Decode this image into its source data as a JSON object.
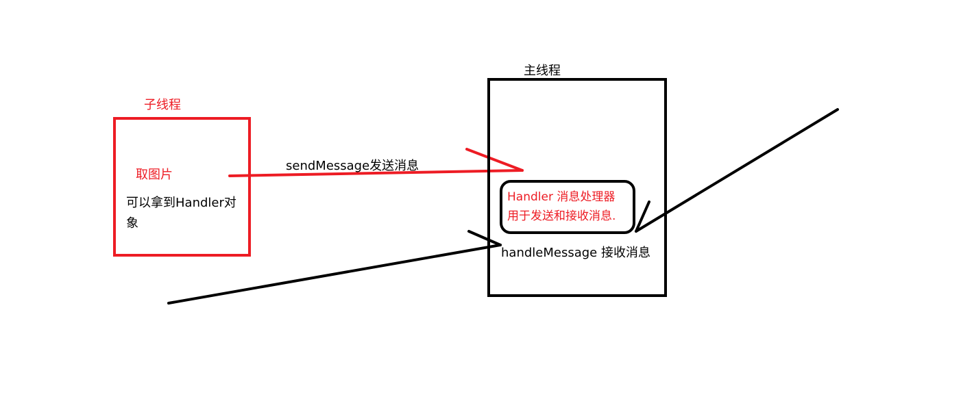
{
  "child_thread": {
    "title": "子线程",
    "action": "取图片",
    "description": "可以拿到Handler对象"
  },
  "main_thread": {
    "title": "主线程",
    "handler_line1": "Handler 消息处理器",
    "handler_line2": "用于发送和接收消息.",
    "receive_label": "handleMessage 接收消息"
  },
  "send_arrow_label": "sendMessage发送消息",
  "colors": {
    "child": "#ed1c24",
    "main": "#000000",
    "background": "#ffffff"
  }
}
